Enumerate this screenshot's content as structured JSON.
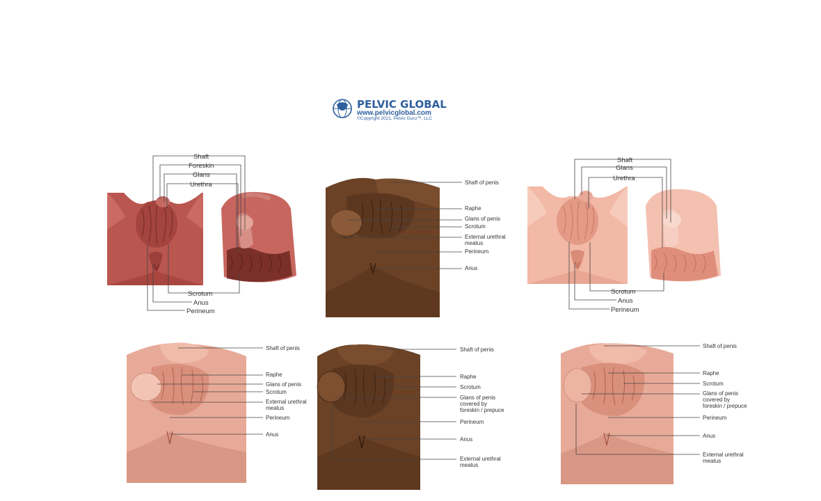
{
  "logo": {
    "title": "PELVIC GLOBAL",
    "url": "www.pelvicglobal.com",
    "copyright": "©Copyright 2021, Pelvic Guru™, LLC",
    "icon": "globe-pelvis-icon",
    "color": "#2f5f9e"
  },
  "panels": [
    {
      "id": "dark-pink-two-view",
      "labels_top": [
        "Shaft",
        "Foreskin",
        "Glans",
        "Urethra"
      ],
      "labels_bottom": [
        "Scrotum",
        "Anus",
        "Perineum"
      ]
    },
    {
      "id": "brown-frontal",
      "labels": [
        "Shaft of penis",
        "Raphe",
        "Glans of penis",
        "Scrotum",
        "External urethral",
        "meatus",
        "Perineum",
        "Anus"
      ]
    },
    {
      "id": "light-pink-two-view",
      "labels_top": [
        "Shaft",
        "Glans",
        "Urethra"
      ],
      "labels_bottom": [
        "Scrotum",
        "Anus",
        "Perineum"
      ]
    },
    {
      "id": "pink-circumcised",
      "labels": [
        "Shaft of penis",
        "Raphe",
        "Glans of penis",
        "Scrotum",
        "External urethral",
        "meatus",
        "Perineum",
        "Anus"
      ]
    },
    {
      "id": "brown-uncircumcised",
      "labels": [
        "Shaft of penis",
        "Raphe",
        "Scrotum",
        "Glans of penis",
        "covered by",
        "foreskin / prepuce",
        "Perineum",
        "Anus",
        "External urethral",
        "meatus"
      ]
    },
    {
      "id": "pink-uncircumcised",
      "labels": [
        "Shaft of penis",
        "Raphe",
        "Scrotum",
        "Glans of penis",
        "covered by",
        "foreskin / prepuce",
        "Perineum",
        "Anus",
        "External urethral",
        "meatus"
      ]
    }
  ],
  "colors": {
    "dark_pink": "#b9564f",
    "dark_pink_shade": "#8f3a36",
    "brown": "#6b4226",
    "brown_shade": "#4e2d17",
    "light_pink": "#f2b9a6",
    "light_pink_shade": "#e39a86",
    "pink": "#e8aa98",
    "pink_shade": "#cf8672"
  }
}
